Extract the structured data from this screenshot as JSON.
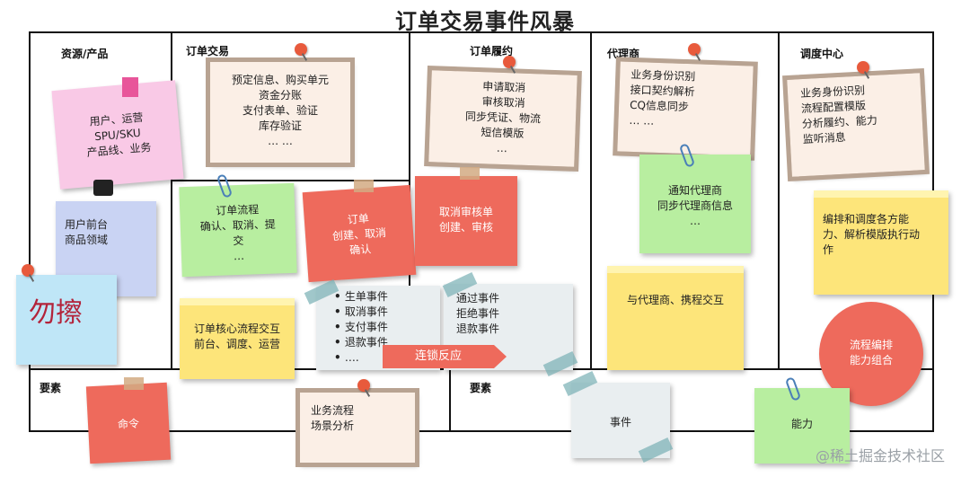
{
  "title": "订单交易事件风暴",
  "sections": {
    "resource": "资源/产品",
    "trade": "订单交易",
    "fulfill": "订单履约",
    "agent": "代理商",
    "dispatch": "调度中心",
    "element_left": "要素",
    "element_right": "要素"
  },
  "notes": {
    "resource_users": [
      "用户、运营",
      "SPU/SKU",
      "产品线、业务"
    ],
    "user_front": [
      "用户前台",
      "商品领域"
    ],
    "wipe": "勿擦",
    "trade_info": [
      "预定信息、购买单元",
      "资金分账",
      "支付表单、验证",
      "库存验证",
      "… …"
    ],
    "order_flow": [
      "订单流程",
      "确认、取消、提",
      "交",
      "…"
    ],
    "order_create": [
      "订单",
      "创建、取消",
      "确认"
    ],
    "cancel_review": [
      "取消审核单",
      "创建、审核"
    ],
    "core_flow": [
      "订单核心流程交互",
      "前台、调度、运营"
    ],
    "fulfill_info": [
      "申请取消",
      "审核取消",
      "同步凭证、物流",
      "短信模版",
      "…"
    ],
    "events_left": [
      "生单事件",
      "取消事件",
      "支付事件",
      "退款事件",
      "…."
    ],
    "events_right": [
      "通过事件",
      "拒绝事件",
      "退款事件"
    ],
    "chain_reaction": "连锁反应",
    "agent_info": [
      "业务身份识别",
      "接口契约解析",
      "CQ信息同步",
      "… …"
    ],
    "agent_notify": [
      "通知代理商",
      "同步代理商信息",
      "…"
    ],
    "agent_interact": "与代理商、携程交互",
    "dispatch_info": [
      "业务身份识别",
      "流程配置模版",
      "分析履约、能力",
      "监听消息"
    ],
    "dispatch_orchestrate": [
      "编排和调度各方能",
      "力、解析模版执行动",
      "作"
    ],
    "flow_orchestrate": [
      "流程编排",
      "能力组合"
    ],
    "command": "命令",
    "business_flow": [
      "业务流程",
      "场景分析"
    ],
    "event": "事件",
    "capability": "能力"
  },
  "watermark": "@稀土掘金技术社区",
  "colors": {
    "pink": "#f9c9e6",
    "blue": "#c9d3f3",
    "green": "#b8eea0",
    "red": "#ee6a5c",
    "yellow": "#fde57a",
    "paper": "#fbefe6"
  }
}
